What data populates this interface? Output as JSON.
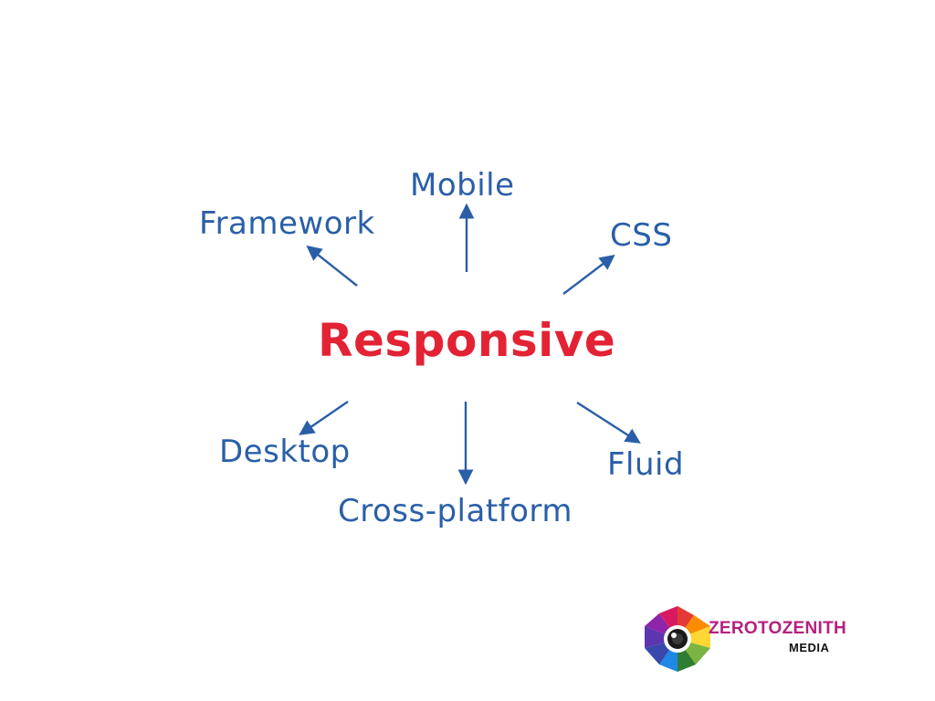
{
  "diagram": {
    "center": "Responsive",
    "nodes": [
      {
        "id": "mobile",
        "label": "Mobile"
      },
      {
        "id": "framework",
        "label": "Framework"
      },
      {
        "id": "css",
        "label": "CSS"
      },
      {
        "id": "desktop",
        "label": "Desktop"
      },
      {
        "id": "cross-platform",
        "label": "Cross-platform"
      },
      {
        "id": "fluid",
        "label": "Fluid"
      }
    ],
    "colors": {
      "center": "#e32233",
      "nodes": "#2a5fa8",
      "arrows": "#2a5fa8"
    }
  },
  "branding": {
    "name": "ZEROTOZENITH",
    "sub": "MEDIA",
    "icon": "camera-lens-icon",
    "colors": {
      "name": "#b5207e",
      "sub": "#111111"
    }
  }
}
